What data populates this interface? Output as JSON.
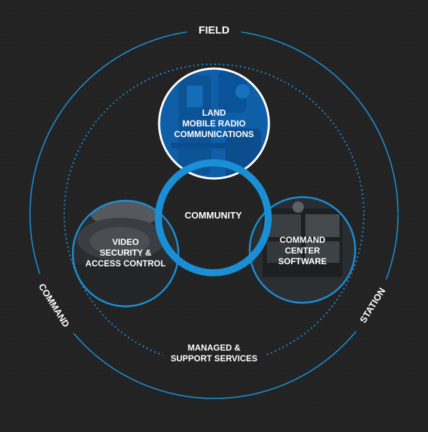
{
  "outer_ring": {
    "top": "FIELD",
    "left": "COMMAND",
    "right": "STATION"
  },
  "inner_ring": {
    "bottom_line1": "MANAGED &",
    "bottom_line2": "SUPPORT SERVICES"
  },
  "center": {
    "label": "COMMUNITY"
  },
  "nodes": {
    "radio": [
      "LAND",
      "MOBILE RADIO",
      "COMMUNICATIONS"
    ],
    "video": [
      "VIDEO",
      "SECURITY &",
      "ACCESS CONTROL"
    ],
    "command": [
      "COMMAND",
      "CENTER",
      "SOFTWARE"
    ]
  },
  "colors": {
    "background": "#222222",
    "accent": "#1a8fd6",
    "node_radio": "#0f5fa8",
    "node_dark": "#2a2d30"
  }
}
